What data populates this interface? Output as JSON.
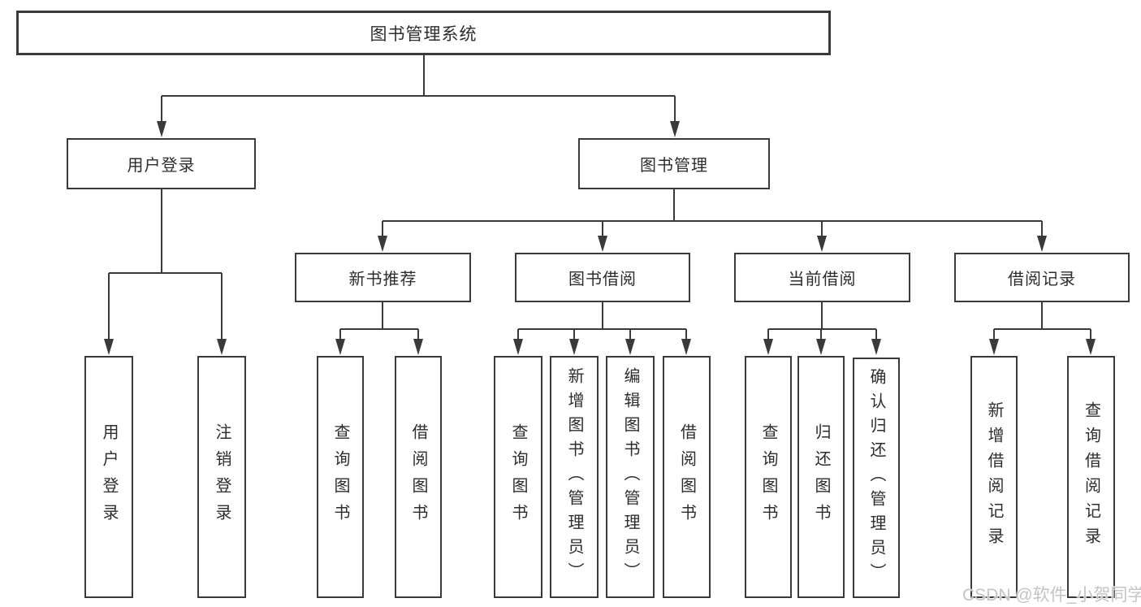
{
  "page": {
    "background": "#ffffff"
  },
  "colors": {
    "line": "#3a3a3a",
    "box_border": "#3a3a3a",
    "box_bg": "#ffffff",
    "text": "#2d2d2d",
    "watermark": "#c4c4c4"
  },
  "watermark": {
    "text": "CSDN @软件_小贺同学"
  },
  "tree": {
    "label": "图书管理系统",
    "children": [
      {
        "label": "用户登录",
        "children": [
          {
            "label": "用户登录"
          },
          {
            "label": "注销登录"
          }
        ]
      },
      {
        "label": "图书管理",
        "children": [
          {
            "label": "新书推荐",
            "children": [
              {
                "label": "查询图书"
              },
              {
                "label": "借阅图书"
              }
            ]
          },
          {
            "label": "图书借阅",
            "children": [
              {
                "label": "查询图书"
              },
              {
                "label": "新增图书（管理员）"
              },
              {
                "label": "编辑图书（管理员）"
              },
              {
                "label": "借阅图书"
              }
            ]
          },
          {
            "label": "当前借阅",
            "children": [
              {
                "label": "查询图书"
              },
              {
                "label": "归还图书"
              },
              {
                "label": "确认归还（管理员）"
              }
            ]
          },
          {
            "label": "借阅记录",
            "children": [
              {
                "label": "新增借阅记录"
              },
              {
                "label": "查询借阅记录"
              }
            ]
          }
        ]
      }
    ]
  }
}
